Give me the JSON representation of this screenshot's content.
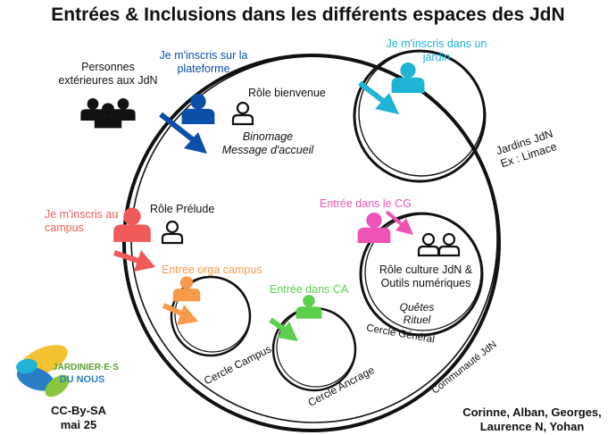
{
  "title": "Entrées & Inclusions dans les différents espaces des JdN",
  "labels": {
    "external_people": "Personnes\nextérieures aux JdN",
    "register_platform": "Je m'inscris sur la\nplateforme",
    "register_garden": "Je m'inscris dans un\njardin",
    "role_welcome": "Rôle bienvenue",
    "welcome_tasks": "Binomage\nMessage d'accueil",
    "gardens": "Jardins JdN\nEx : Limace",
    "role_prelude": "Rôle Prélude",
    "register_campus": "Je m'inscris au\ncampus",
    "enter_cg": "Entrée dans le CG",
    "role_culture": "Rôle culture JdN &\nOutils numériques",
    "quests": "Quêtes\nRituel",
    "campus_org": "Entrée orga campus",
    "enter_ca": "Entrée dans CA",
    "circle_general": "Cercle Général",
    "circle_campus": "Cercle Campus",
    "circle_anchor": "Cercle Ancrage",
    "community": "Communauté JdN",
    "license": "CC-By-SA\nmai 25",
    "authors": "Corinne, Alban, Georges,\nLaurence N, Yohan",
    "logo_text": "JARDINIER·E·S DU NOUS"
  },
  "colors": {
    "blue": "#0b4fa8",
    "cyan": "#1fb3d6",
    "red": "#f05a5a",
    "pink": "#ef52b5",
    "orange": "#f79a4a",
    "green": "#5ccf4f",
    "black": "#111111",
    "logo_blue": "#2a7fc4",
    "logo_yellow": "#f2c230",
    "logo_green": "#8cc63f"
  }
}
